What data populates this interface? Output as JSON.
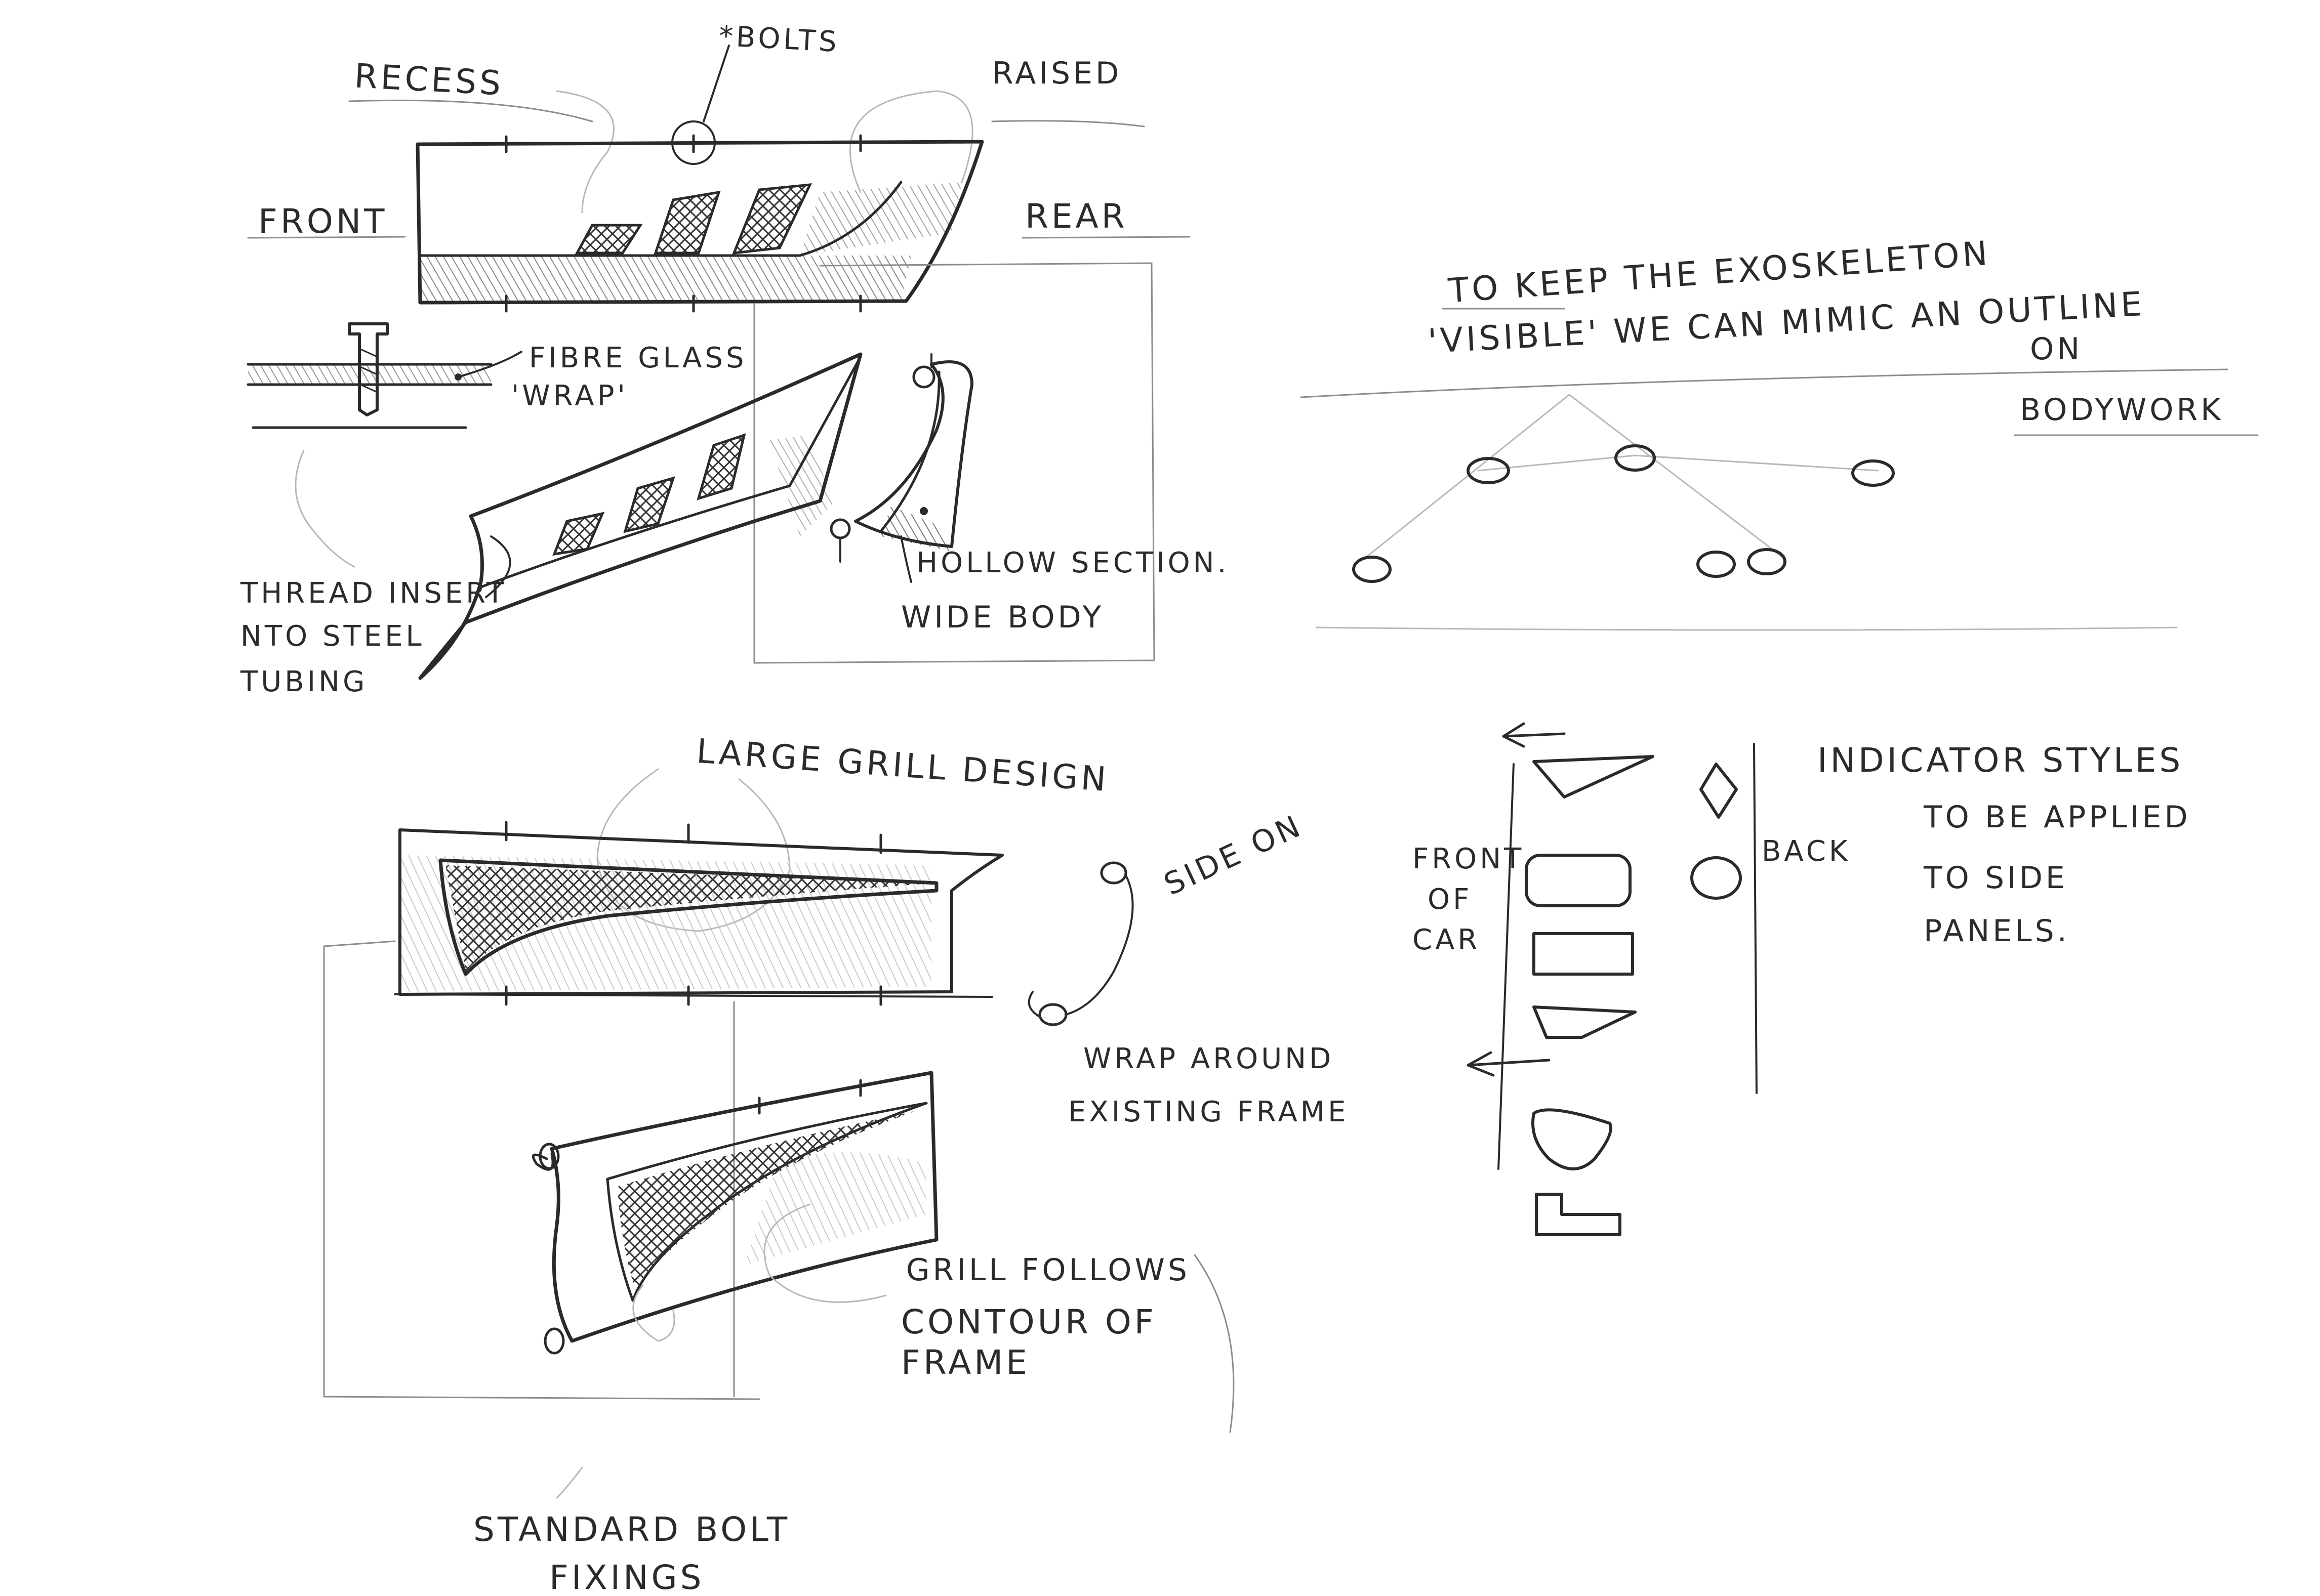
{
  "labels": {
    "recess": "RECESS",
    "bolts": "*BOLTS",
    "raised": "RAISED",
    "front": "FRONT",
    "rear": "REAR",
    "fibre_glass": "FIBRE GLASS",
    "wrap": "'WRAP'",
    "thread_insert_1": "THREAD INSERT",
    "thread_insert_2": "NTO STEEL",
    "thread_insert_3": "TUBING",
    "hollow_section": "HOLLOW SECTION.",
    "wide_body": "WIDE BODY",
    "exo_1": "TO KEEP THE EXOSKELETON",
    "exo_2": "'VISIBLE' WE CAN MIMIC AN OUTLINE",
    "exo_3": "ON",
    "exo_4": "BODYWORK",
    "large_grill": "LARGE GRILL DESIGN",
    "side_on": "SIDE ON",
    "wrap_around_1": "WRAP AROUND",
    "wrap_around_2": "EXISTING FRAME",
    "grill_follows_1": "GRILL FOLLOWS",
    "grill_follows_2": "CONTOUR OF",
    "grill_follows_3": "FRAME",
    "standard_bolt_1": "STANDARD BOLT",
    "standard_bolt_2": "FIXINGS",
    "front_of_car_1": "FRONT",
    "front_of_car_2": "OF",
    "front_of_car_3": "CAR",
    "back": "BACK",
    "indicator_1": "INDICATOR STYLES",
    "indicator_2": "TO BE APPLIED",
    "indicator_3": "TO SIDE",
    "indicator_4": "PANELS."
  },
  "colors": {
    "paper": "#ffffff",
    "ink": "#2a2a2a",
    "pencil": "#8c8c8c"
  },
  "icons": {
    "mesh": "crosshatch-grill-pattern",
    "bolt": "bolt-icon",
    "arrow": "arrow-left-icon"
  }
}
